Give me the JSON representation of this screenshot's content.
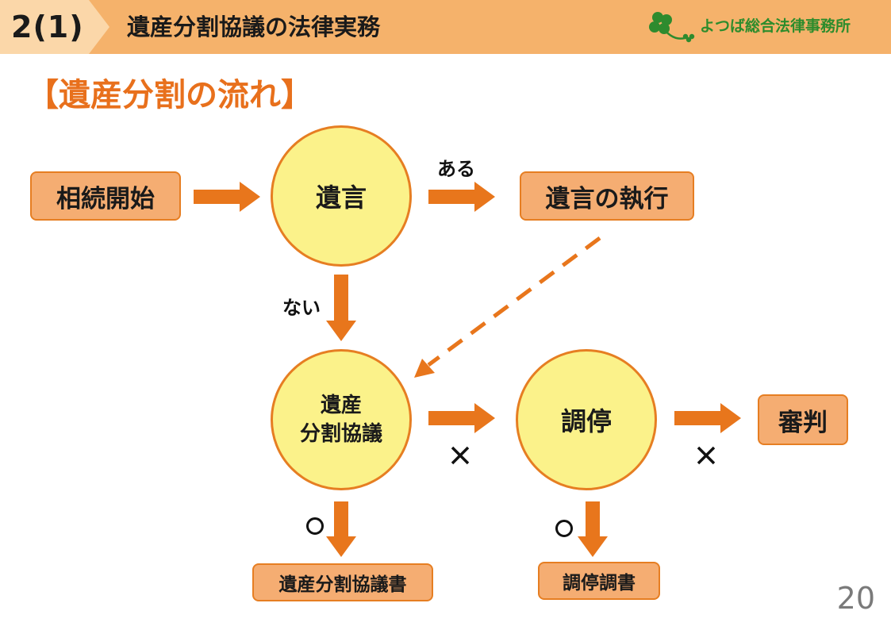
{
  "header": {
    "section_number": "2(1)",
    "title": "遺産分割協議の法律実務",
    "logo_text": "よつば総合法律事務所"
  },
  "page": {
    "heading": "【遺産分割の流れ】",
    "page_number": "20"
  },
  "diagram": {
    "nodes": {
      "start": "相続開始",
      "will": "遺言",
      "will_execution": "遺言の執行",
      "partition_line1": "遺産",
      "partition_line2": "分割協議",
      "mediation": "調停",
      "adjudication": "審判",
      "partition_agreement_doc": "遺産分割協議書",
      "mediation_record": "調停調書"
    },
    "edge_labels": {
      "yes": "ある",
      "no": "ない"
    },
    "colors": {
      "arrow": "#e8761c",
      "box_fill": "#f5ad72",
      "circle_fill": "#fbf28a",
      "header_bar": "#f5b26b",
      "heading_text": "#e8701c"
    }
  }
}
